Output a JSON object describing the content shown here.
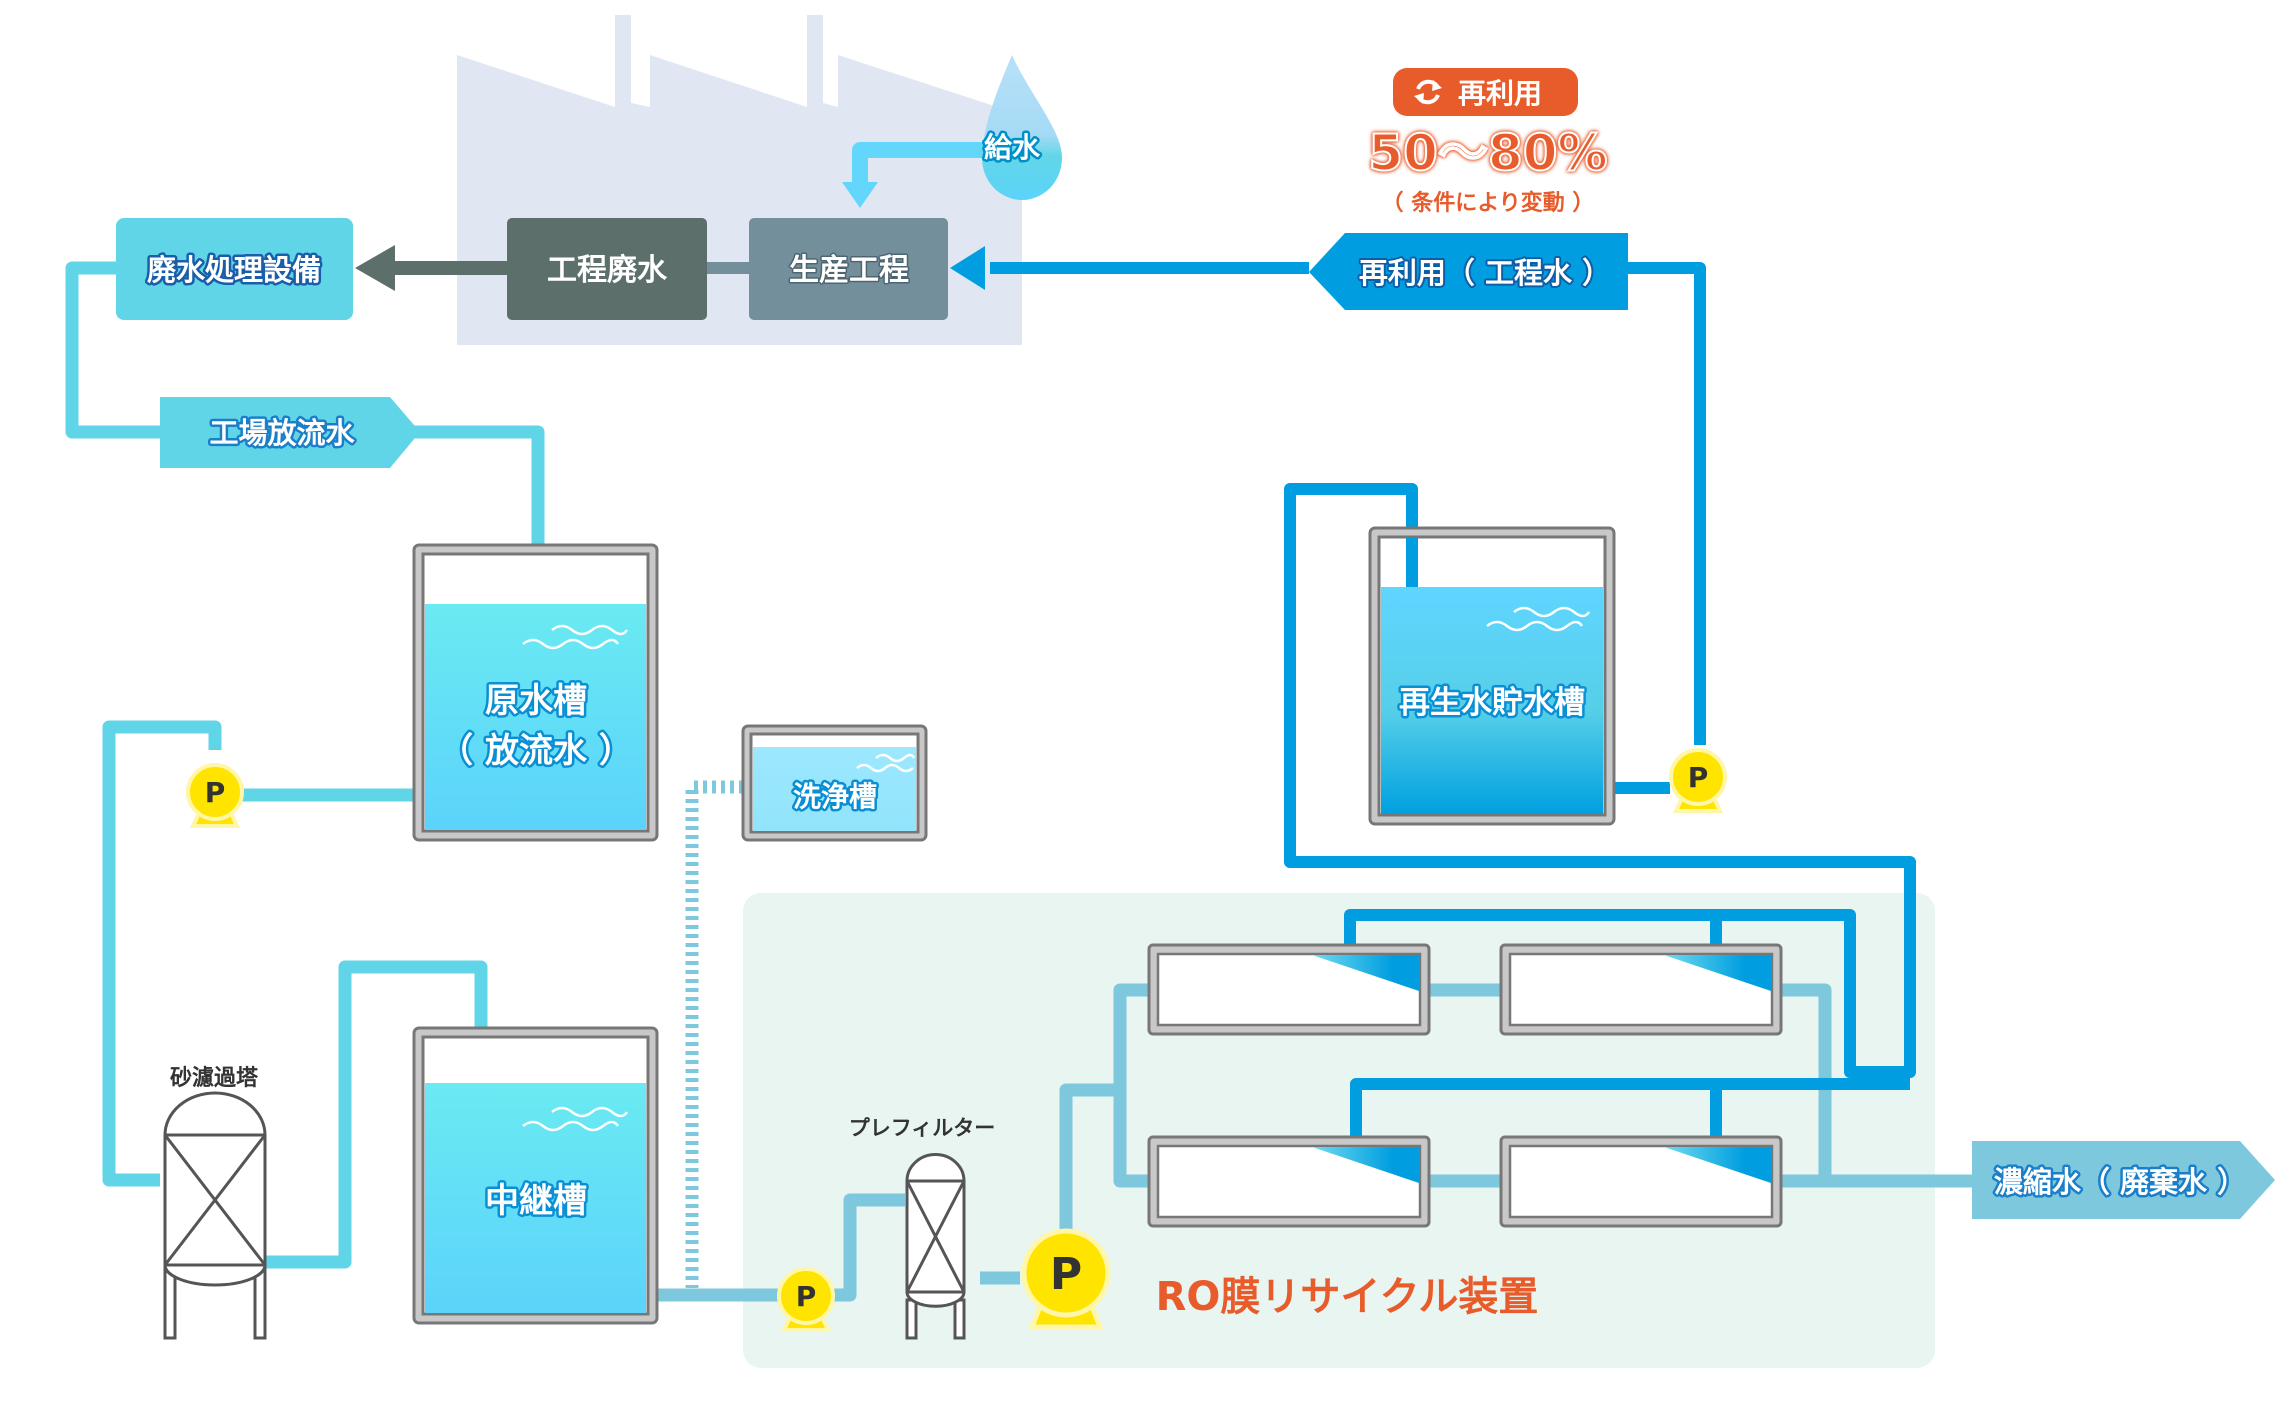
{
  "colors": {
    "pipe_light": "#61d5e8",
    "pipe_ro": "#7ec8de",
    "pipe_dark": "#009ee0",
    "pipe_gray": "#5c6f6b",
    "orange": "#e85c2c",
    "pump_yellow": "#ffe400",
    "factory_bg": "#e1e7f2",
    "ro_panel_bg": "#e8f5f1"
  },
  "factory": {
    "supply_water": "給水",
    "process_wastewater": "工程廃水",
    "production_process": "生産工程"
  },
  "wastewater_treatment": "廃水処理設備",
  "factory_effluent": "工場放流水",
  "reuse": {
    "badge_label": "再利用",
    "badge_icon": "recycle-icon",
    "rate": "50〜80%",
    "note": "（ 条件により変動 ）",
    "flow_label": "再利用（ 工程水 ）"
  },
  "tanks": {
    "raw_water": {
      "line1": "原水槽",
      "line2": "（ 放流水 ）"
    },
    "cleaning": "洗浄槽",
    "relay": "中継槽",
    "recycled_storage": "再生水貯水槽"
  },
  "equipment": {
    "sand_filter": "砂濾過塔",
    "prefilter": "プレフィルター",
    "pump_symbol": "P"
  },
  "ro_unit": {
    "title": "RO膜リサイクル装置",
    "module_count": 4
  },
  "concentrate": "濃縮水（ 廃棄水 ）"
}
